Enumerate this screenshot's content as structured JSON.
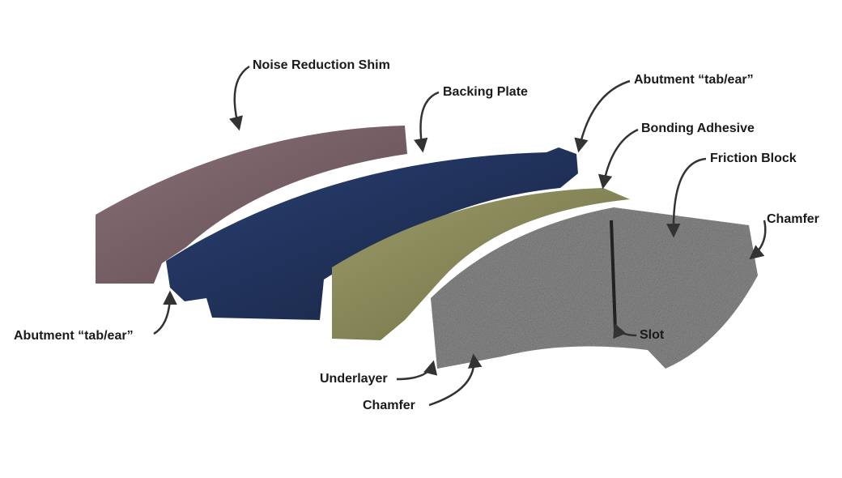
{
  "labels": {
    "noise_shim": "Noise Reduction Shim",
    "backing_plate": "Backing Plate",
    "abutment_right": "Abutment “tab/ear”",
    "bonding_adhesive": "Bonding Adhesive",
    "friction_block": "Friction Block",
    "chamfer_right": "Chamfer",
    "slot": "Slot",
    "abutment_left": "Abutment “tab/ear”",
    "underlayer": "Underlayer",
    "chamfer_left": "Chamfer"
  },
  "colors": {
    "shim": "#7b6469",
    "backing_plate": "#1f3058",
    "adhesive": "#8c8b5c",
    "friction": "#8d8d8d",
    "arrow": "#333333"
  }
}
